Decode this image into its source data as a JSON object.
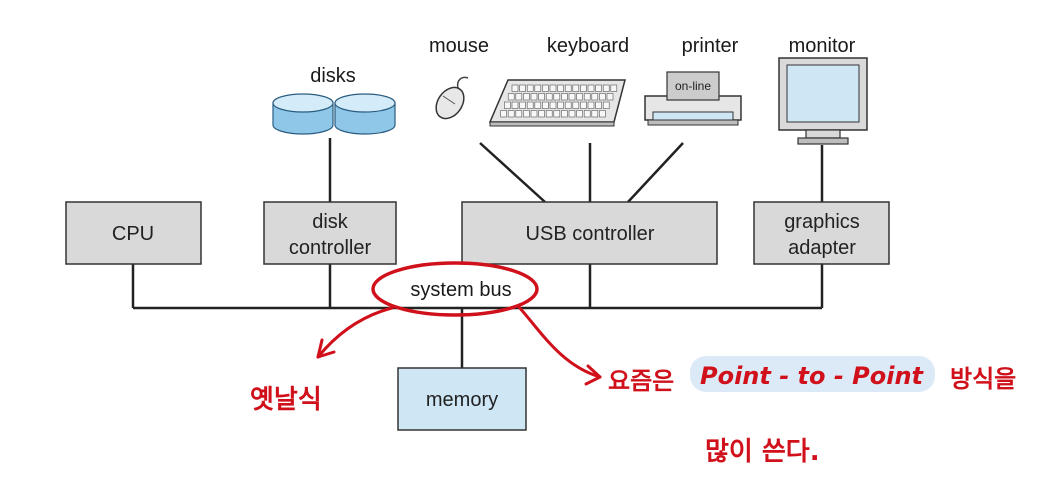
{
  "devices": {
    "mouse": "mouse",
    "keyboard": "keyboard",
    "printer": "printer",
    "printer_status": "on-line",
    "monitor": "monitor",
    "disks": "disks"
  },
  "components": {
    "cpu": "CPU",
    "disk_controller_line1": "disk",
    "disk_controller_line2": "controller",
    "usb_controller": "USB controller",
    "graphics_adapter_line1": "graphics",
    "graphics_adapter_line2": "adapter",
    "memory": "memory"
  },
  "bus": {
    "label": "system bus"
  },
  "annotations": {
    "old_style": "옛날식",
    "nowadays": "요즘은",
    "point_to_point": "Point - to - Point",
    "method": "방식을",
    "use_often": "많이 쓴다."
  },
  "colors": {
    "component_fill": "#d9d9d9",
    "memory_fill": "#cfe6f5",
    "annotation_red": "#d0101a",
    "highlight_blue": "#dceaf7",
    "disk_blue": "#8fc7e8"
  }
}
